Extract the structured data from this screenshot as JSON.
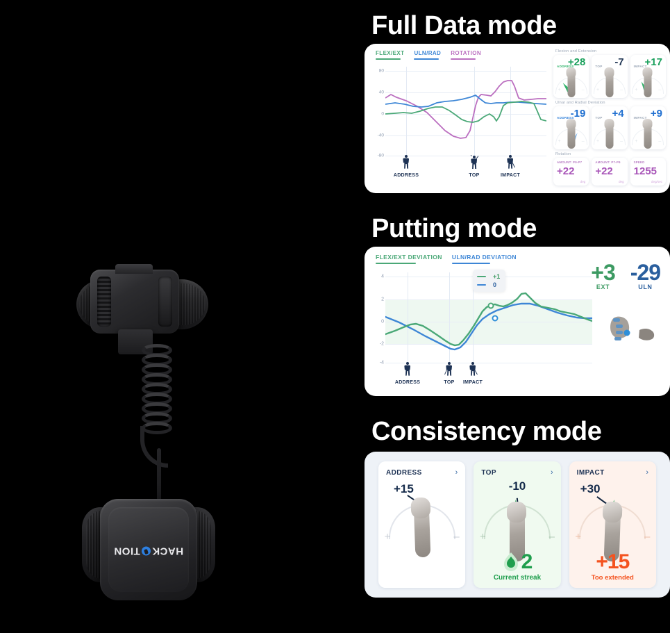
{
  "product": {
    "brand": "HACKMOTION",
    "logo_icon": "hackmotion-logo-icon"
  },
  "sections": [
    {
      "id": "full",
      "title": "Full Data mode"
    },
    {
      "id": "putting",
      "title": "Putting mode"
    },
    {
      "id": "consistency",
      "title": "Consistency mode"
    }
  ],
  "full_data": {
    "legend": [
      {
        "label": "FLEX/EXT",
        "color": "#4aa877"
      },
      {
        "label": "ULN/RAD",
        "color": "#3d86d6"
      },
      {
        "label": "ROTATION",
        "color": "#bb6fc0"
      }
    ],
    "y_ticks": [
      "80",
      "40",
      "0",
      "-40",
      "-80"
    ],
    "markers": [
      {
        "label": "ADDRESS",
        "icon": "golfer-address-icon"
      },
      {
        "label": "TOP",
        "icon": "golfer-top-icon"
      },
      {
        "label": "IMPACT",
        "icon": "golfer-impact-icon"
      }
    ],
    "panels": [
      {
        "heading": "Flexion and Extension",
        "color": "#2fb36a",
        "tiles": [
          {
            "label": "ADDRESS",
            "value": "+28"
          },
          {
            "label": "TOP",
            "value": "-7"
          },
          {
            "label": "IMPACT",
            "value": "+17"
          }
        ]
      },
      {
        "heading": "Ulnar and Radial Deviation",
        "color": "#2f7fd8",
        "tiles": [
          {
            "label": "ADDRESS",
            "value": "-19"
          },
          {
            "label": "TOP",
            "value": "+4"
          },
          {
            "label": "IMPACT",
            "value": "+9"
          }
        ]
      }
    ],
    "rotation": {
      "heading": "Rotation",
      "tiles": [
        {
          "label": "AMOUNT: P9-P7",
          "value": "+22",
          "unit": "deg"
        },
        {
          "label": "AMOUNT: P7-P9",
          "value": "+22",
          "unit": "deg"
        },
        {
          "label": "SPEED",
          "value": "1255",
          "unit": "deg/sec"
        }
      ]
    }
  },
  "putting": {
    "legend": [
      {
        "label": "FLEX/EXT DEVIATION",
        "color": "#4aa877"
      },
      {
        "label": "ULN/RAD DEVIATION",
        "color": "#3d86d6"
      }
    ],
    "y_ticks": [
      "4",
      "2",
      "0",
      "-2",
      "-4"
    ],
    "markers": [
      {
        "label": "ADDRESS",
        "icon": "golfer-address-icon"
      },
      {
        "label": "TOP",
        "icon": "golfer-top-icon"
      },
      {
        "label": "IMPACT",
        "icon": "golfer-impact-icon"
      }
    ],
    "tooltip": [
      {
        "value": "+1",
        "color": "#4aa877"
      },
      {
        "value": "0",
        "color": "#3d86d6"
      }
    ],
    "stats": [
      {
        "value": "+3",
        "unit": "EXT",
        "color": "#3c9a62"
      },
      {
        "value": "-29",
        "unit": "ULN",
        "color": "#2a5f9e"
      }
    ],
    "hand_icon": "hand-sensor-icon"
  },
  "consistency": {
    "cards": [
      {
        "title": "ADDRESS",
        "chevron": "chevron-right-icon",
        "value": "+15",
        "bg": "#ffffff",
        "plus": "+",
        "minus": "–",
        "footer_value": "",
        "footer_label": ""
      },
      {
        "title": "TOP",
        "chevron": "chevron-right-icon",
        "value": "-10",
        "bg": "#f0faf0",
        "plus": "+",
        "minus": "–",
        "footer_value": "2",
        "footer_label": "Current streak",
        "footer_icon": "flame-icon"
      },
      {
        "title": "IMPACT",
        "chevron": "chevron-right-icon",
        "value": "+30",
        "bg": "#fef2ec",
        "plus": "+",
        "minus": "–",
        "footer_value": "+15",
        "footer_label": "Too extended"
      }
    ]
  }
}
